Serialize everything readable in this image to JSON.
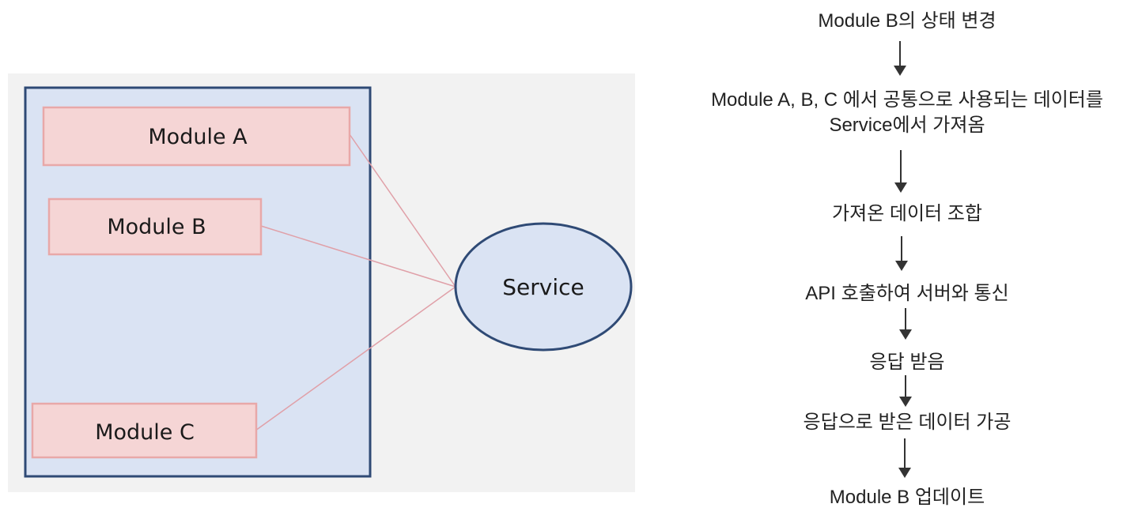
{
  "diagram": {
    "modules": [
      {
        "label": "Module A"
      },
      {
        "label": "Module B"
      },
      {
        "label": "Module C"
      }
    ],
    "service": {
      "label": "Service"
    },
    "colors": {
      "panel_bg": "#f2f2f2",
      "container_fill": "#dae3f3",
      "container_border": "#2f4a75",
      "module_fill": "#f5d5d5",
      "module_border": "#e8a8a8",
      "connector": "#e0a0a8",
      "service_fill": "#dae3f3",
      "service_border": "#2f4a75"
    }
  },
  "flow": {
    "steps": [
      {
        "line1": "Module B의 상태 변경",
        "line2": ""
      },
      {
        "line1": "Module A, B, C 에서 공통으로 사용되는 데이터를",
        "line2": "Service에서 가져옴"
      },
      {
        "line1": "가져온 데이터 조합",
        "line2": ""
      },
      {
        "line1": "API 호출하여 서버와 통신",
        "line2": ""
      },
      {
        "line1": "응답 받음",
        "line2": ""
      },
      {
        "line1": "응답으로 받은 데이터 가공",
        "line2": ""
      },
      {
        "line1": "Module B 업데이트",
        "line2": ""
      }
    ]
  }
}
